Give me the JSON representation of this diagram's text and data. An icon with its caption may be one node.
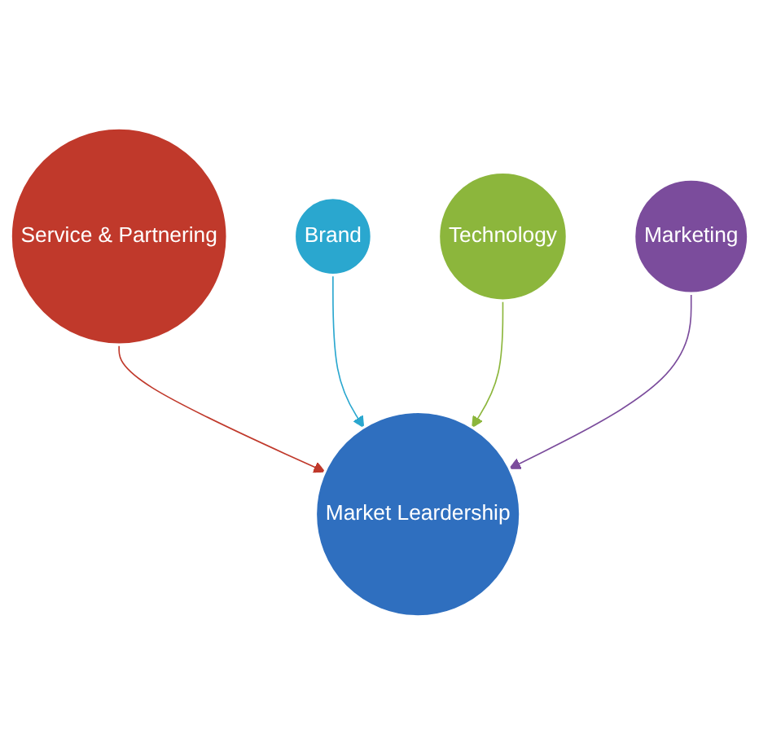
{
  "diagram": {
    "nodes": [
      {
        "text": [
          "Service & Partnering"
        ]
      },
      {
        "text": [
          "Brand"
        ]
      },
      {
        "text": [
          "Market Leardership"
        ]
      },
      {
        "text": [
          "Technology"
        ]
      },
      {
        "text": [
          "Marketing"
        ]
      }
    ],
    "edges": [
      {
        "from": 0,
        "to": 2,
        "arrow": "to",
        "color": "#c0392b"
      },
      {
        "from": 1,
        "to": 2,
        "arrow": "to",
        "color": "#2aa7cf"
      },
      {
        "from": 3,
        "to": 2,
        "arrow": "to",
        "color": "#8cb63c"
      },
      {
        "from": 4,
        "to": 2,
        "arrow": "to",
        "color": "#7b4c9c"
      }
    ]
  }
}
